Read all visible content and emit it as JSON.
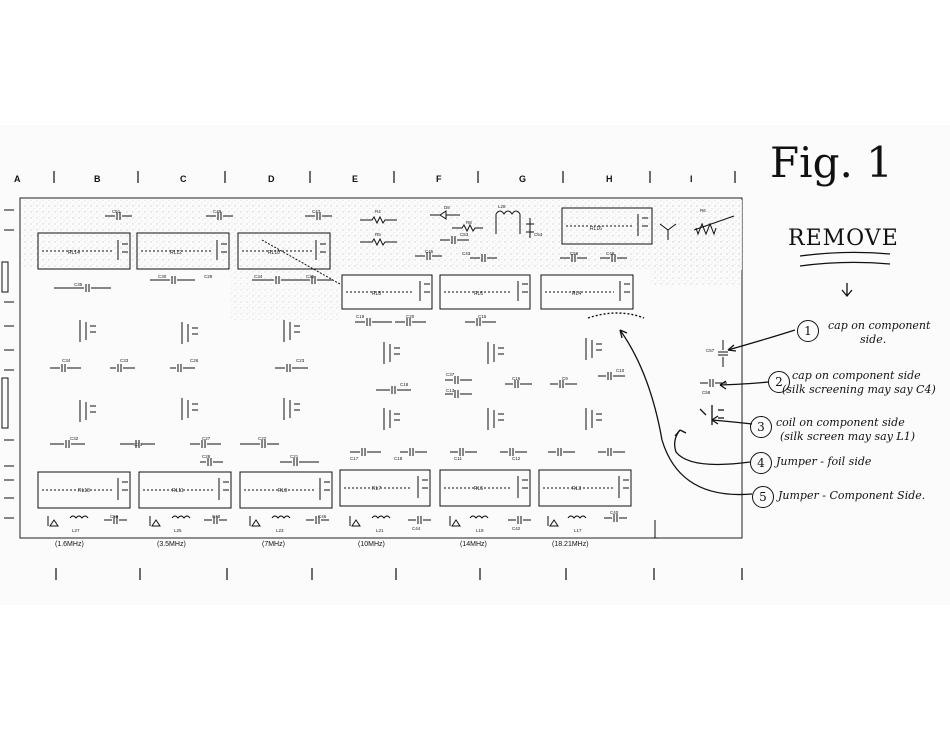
{
  "figure": {
    "title": "Fig. 1",
    "remove_heading": "REMOVE"
  },
  "columns": [
    "A",
    "B",
    "C",
    "D",
    "E",
    "F",
    "G",
    "H",
    "I"
  ],
  "bands": [
    "(1.6MHz)",
    "(3.5MHz)",
    "(7MHz)",
    "(10MHz)",
    "(14MHz)",
    "(18.21MHz)"
  ],
  "relays": {
    "top": [
      "RL14",
      "RL12",
      "RL10"
    ],
    "middle": [
      "RL8",
      "RL6",
      "RL4"
    ],
    "bottom": [
      "RL13",
      "RL11",
      "RL9",
      "RL7",
      "RL5",
      "RL3"
    ],
    "upper_right": "RL16"
  },
  "notes": [
    {
      "number": "1",
      "line1": "cap on component",
      "line2": "side."
    },
    {
      "number": "2",
      "line1": "cap on component side",
      "line2": "(silk screening may say C4)"
    },
    {
      "number": "3",
      "line1": "coil on component side",
      "line2": "(silk screen may say L1)"
    },
    {
      "number": "4",
      "line1": "Jumper - foil side",
      "line2": ""
    },
    {
      "number": "5",
      "line1": "Jumper - Component Side.",
      "line2": ""
    }
  ],
  "component_labels": {
    "c57": "C57",
    "c58": "C58",
    "c40": "C40",
    "c39": "C39",
    "c35": "C35",
    "c30": "C30",
    "c29": "C29",
    "c25": "C25",
    "c34": "C34",
    "c33": "C33",
    "c26": "C26",
    "c23": "C23",
    "c32": "C32",
    "c31": "C31",
    "c27": "C27",
    "c28": "C28",
    "c22": "C22",
    "c21": "C21",
    "c19": "C19",
    "c20": "C20",
    "c15": "C15",
    "c18": "C18",
    "c37": "C37",
    "c13": "C13",
    "c16": "C16",
    "c9": "C9",
    "c10": "C10",
    "c12": "C12",
    "c17": "C17",
    "c11": "C11",
    "c51": "C51",
    "c49": "C49",
    "c47": "C47",
    "c45": "C45",
    "c43": "C43",
    "c48": "C48",
    "c50": "C50",
    "c46": "C46",
    "c44": "C44",
    "c42": "C42",
    "c53": "C53",
    "c54": "C54",
    "c56": "C56",
    "r4": "R4",
    "r5": "R5",
    "r6": "R6",
    "r8": "R8",
    "d8": "D8",
    "l28": "L28",
    "l27": "L27",
    "l25": "L25",
    "l23": "L23",
    "l21": "L21",
    "l19": "L19",
    "l17": "L17"
  }
}
